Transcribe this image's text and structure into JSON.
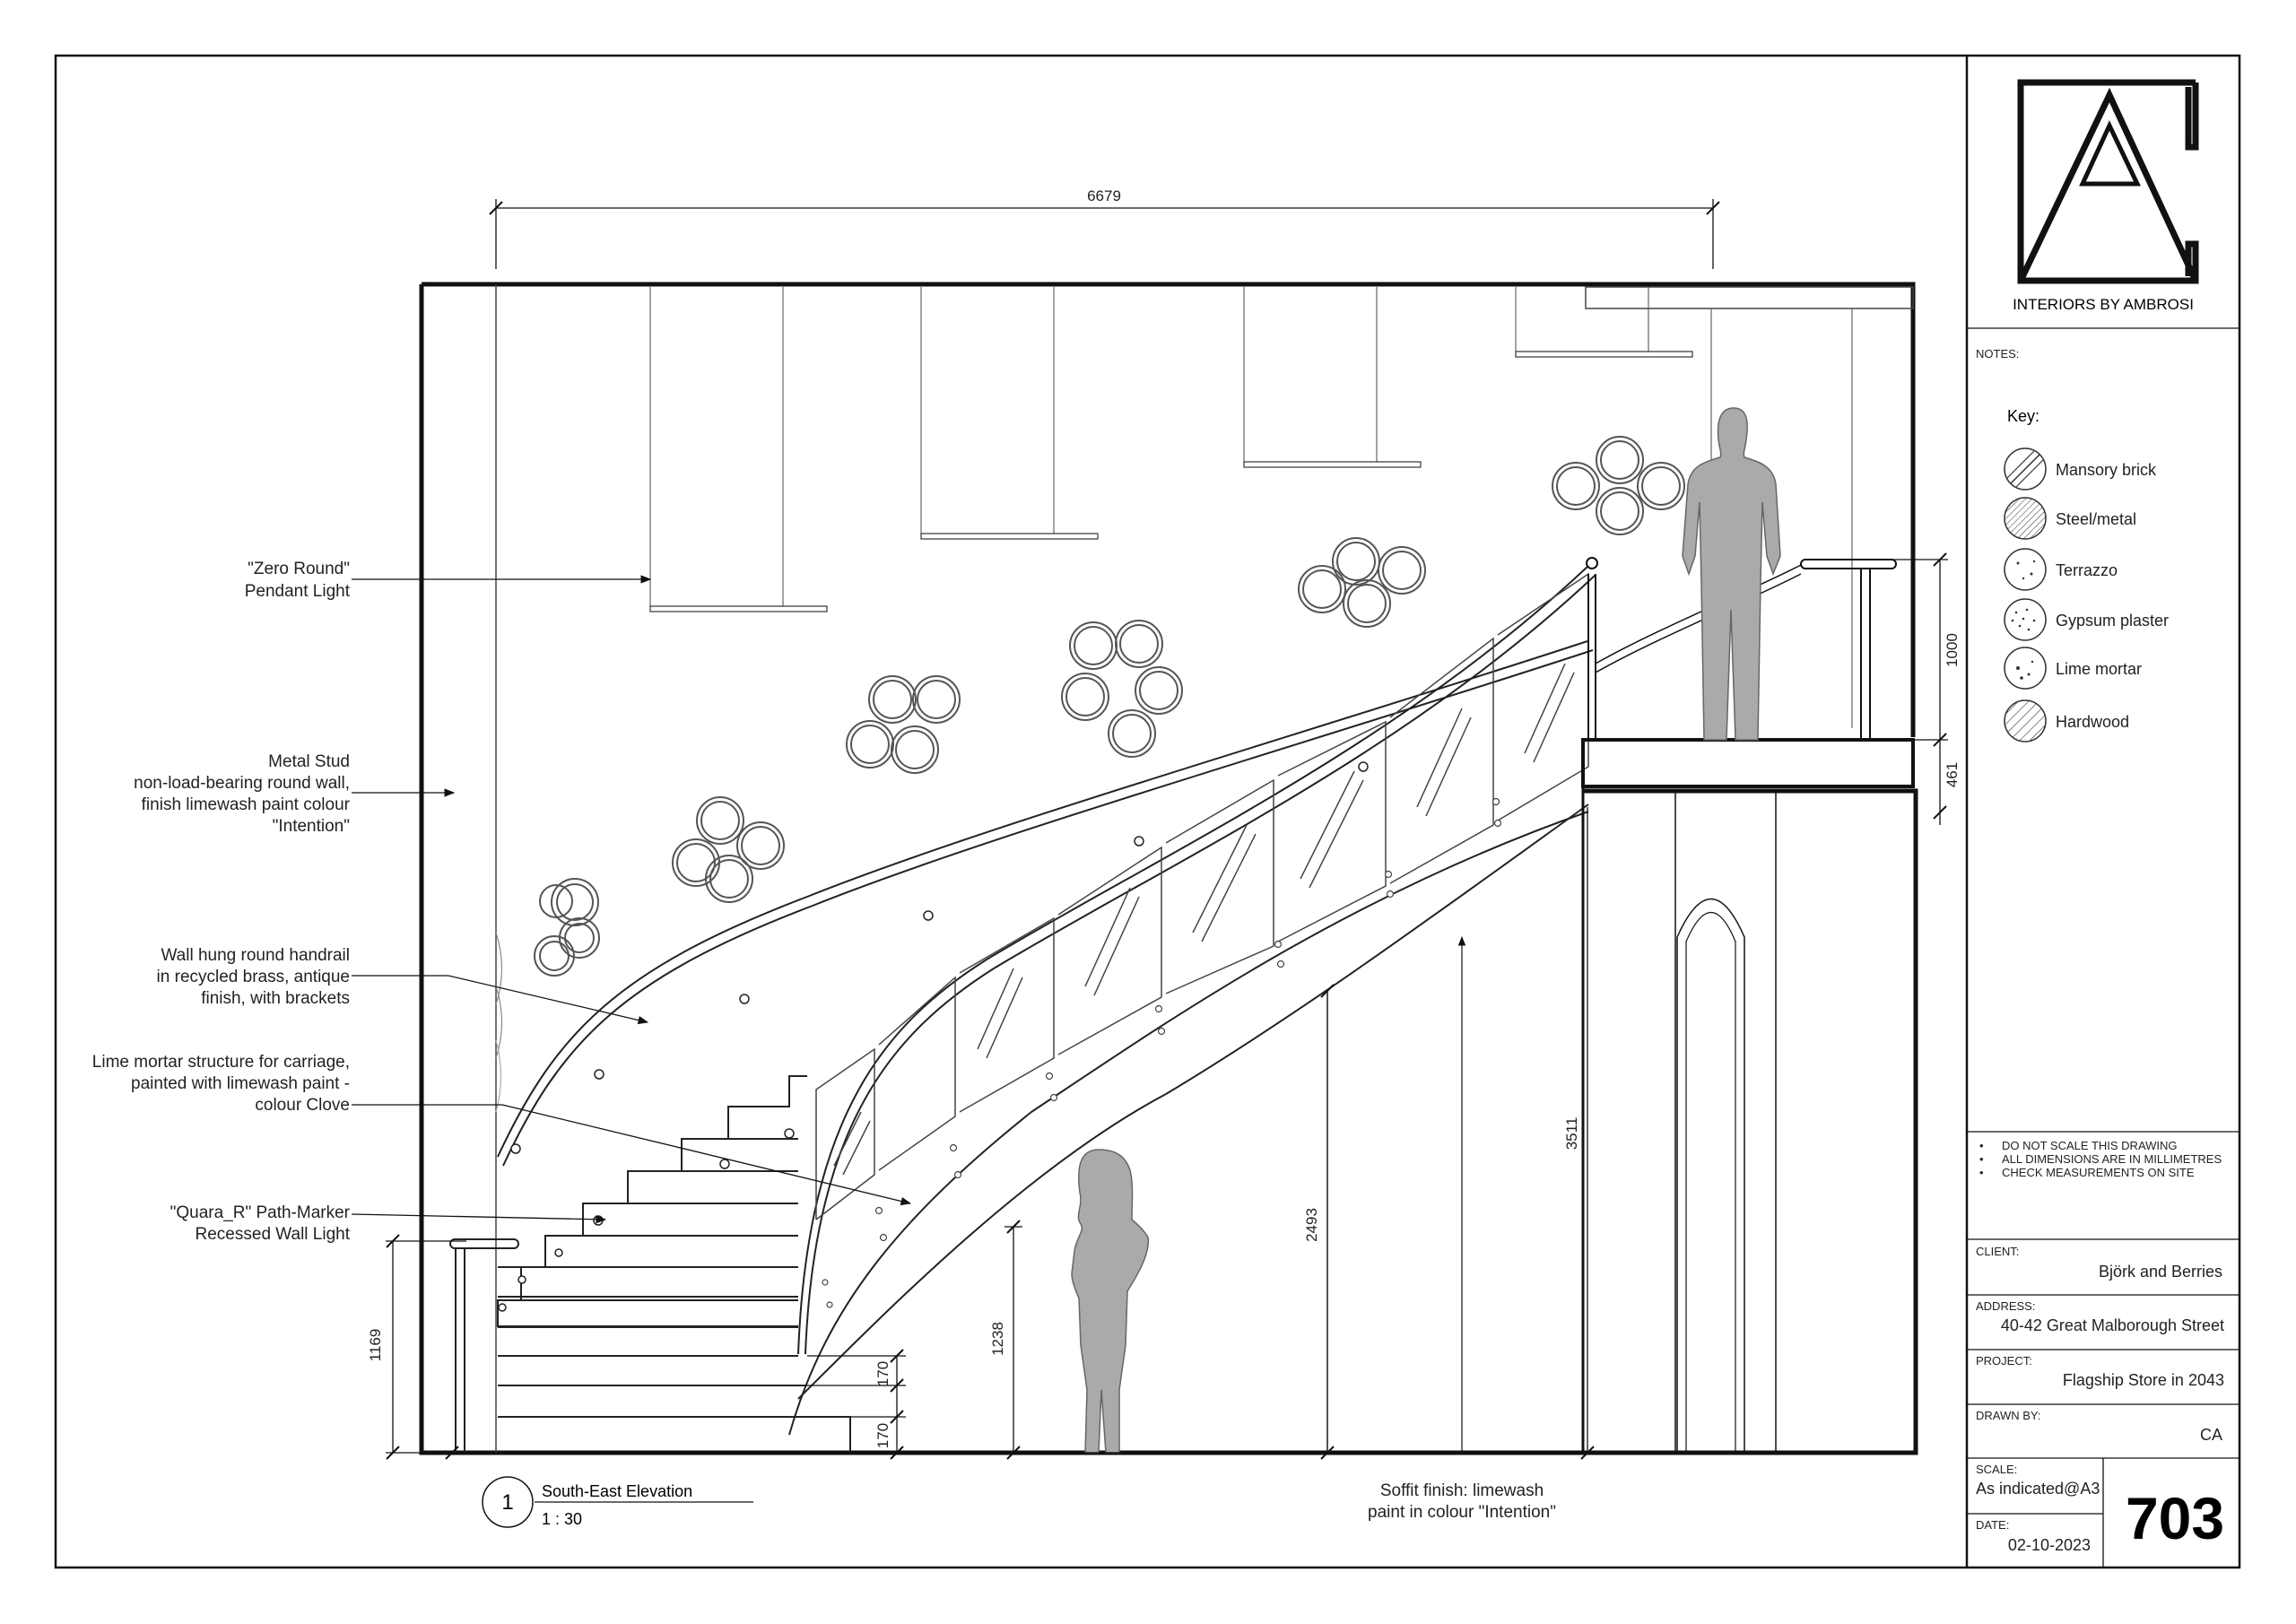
{
  "drawing": {
    "overall_width_dim": "6679",
    "annotations": [
      {
        "id": "pendant",
        "lines": [
          "\"Zero Round\"",
          "Pendant Light"
        ]
      },
      {
        "id": "stud",
        "lines": [
          "Metal Stud",
          "non-load-bearing round wall,",
          "finish limewash paint colour",
          "\"Intention\""
        ]
      },
      {
        "id": "handrail",
        "lines": [
          "Wall hung round handrail",
          "in recycled brass, antique",
          "finish, with brackets"
        ]
      },
      {
        "id": "mortar",
        "lines": [
          "Lime mortar structure for carriage,",
          "painted with limewash paint -",
          "colour Clove"
        ]
      },
      {
        "id": "pathmarker",
        "lines": [
          "\"Quara_R\" Path-Marker",
          "Recessed Wall Light"
        ]
      }
    ],
    "soffit_note": [
      "Soffit finish: limewash",
      "paint in colour \"Intention\""
    ],
    "dims": {
      "d1169": "1169",
      "d170a": "170",
      "d170b": "170",
      "d1238": "1238",
      "d2493": "2493",
      "d3511": "3511",
      "d1000": "1000",
      "d461": "461"
    },
    "view": {
      "number": "1",
      "title": "South-East Elevation",
      "scale": "1 : 30"
    }
  },
  "title_block": {
    "firm": "INTERIORS BY AMBROSI",
    "notes_label": "NOTES:",
    "key_label": "Key:",
    "key_items": [
      "Mansory brick",
      "Steel/metal",
      "Terrazzo",
      "Gypsum plaster",
      "Lime mortar",
      "Hardwood"
    ],
    "general_notes": [
      "DO NOT SCALE THIS DRAWING",
      "ALL DIMENSIONS ARE IN MILLIMETRES",
      "CHECK MEASUREMENTS ON SITE"
    ],
    "client_label": "CLIENT:",
    "client": "Björk and Berries",
    "address_label": "ADDRESS:",
    "address": "40-42 Great Malborough Street",
    "project_label": "PROJECT:",
    "project": "Flagship Store in 2043",
    "drawn_by_label": "DRAWN BY:",
    "drawn_by": "CA",
    "scale_label": "SCALE:",
    "scale": "As indicated@A3",
    "date_label": "DATE:",
    "date": "02-10-2023",
    "sheet_number": "703"
  }
}
